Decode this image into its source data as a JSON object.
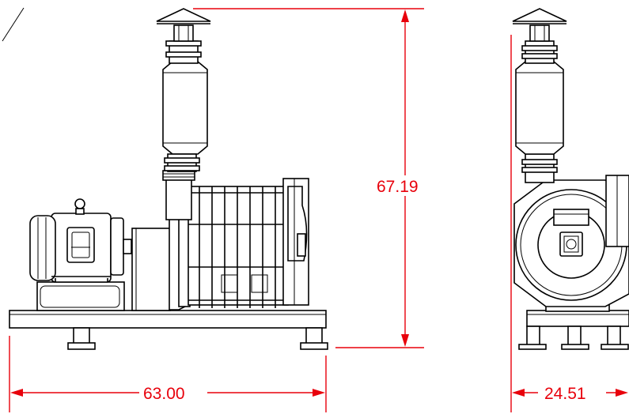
{
  "drawing": {
    "dimension_color": "#e8000b",
    "line_color": "#000000",
    "background": "#ffffff",
    "dimensions": {
      "height": "67.19",
      "length": "63.00",
      "width": "24.51"
    }
  }
}
